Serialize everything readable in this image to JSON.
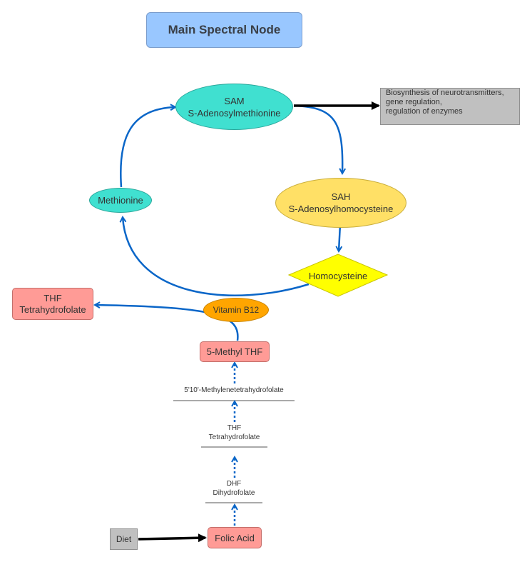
{
  "title": "Main Spectral Node",
  "nodes": {
    "sam": {
      "line1": "SAM",
      "line2": "S-Adenosylmethionine",
      "color": "#40e0d0"
    },
    "sah": {
      "line1": "SAH",
      "line2": "S-Adenosylhomocysteine",
      "color": "#ffe066"
    },
    "homocysteine": {
      "label": "Homocysteine",
      "color": "#ffff00"
    },
    "methionine": {
      "label": "Methionine",
      "color": "#40e0d0"
    },
    "vitamin_b12": {
      "label": "Vitamin B12",
      "color": "#ffa500"
    },
    "thf_box": {
      "line1": "THF",
      "line2": "Tetrahydrofolate",
      "color": "#ff9b96"
    },
    "methyl_thf": {
      "label": "5-Methyl THF",
      "color": "#ff9b96"
    },
    "folic_acid": {
      "label": "Folic Acid",
      "color": "#ff9b96"
    },
    "diet": {
      "label": "Diet",
      "color": "#c0c0c0"
    },
    "biosynthesis": {
      "line1": "Biosynthesis of neurotransmitters,",
      "line2": "gene regulation,",
      "line3": "regulation of enzymes",
      "color": "#c0c0c0"
    }
  },
  "labels": {
    "methylene_thf": "5'10'-Methylenetetrahydrofolate",
    "thf_line1": "THF",
    "thf_line2": "Tetrahydrofolate",
    "dhf_line1": "DHF",
    "dhf_line2": "Dihydrofolate"
  },
  "colors": {
    "cycle_arrow": "#0a66c8",
    "black_arrow": "#000000"
  }
}
